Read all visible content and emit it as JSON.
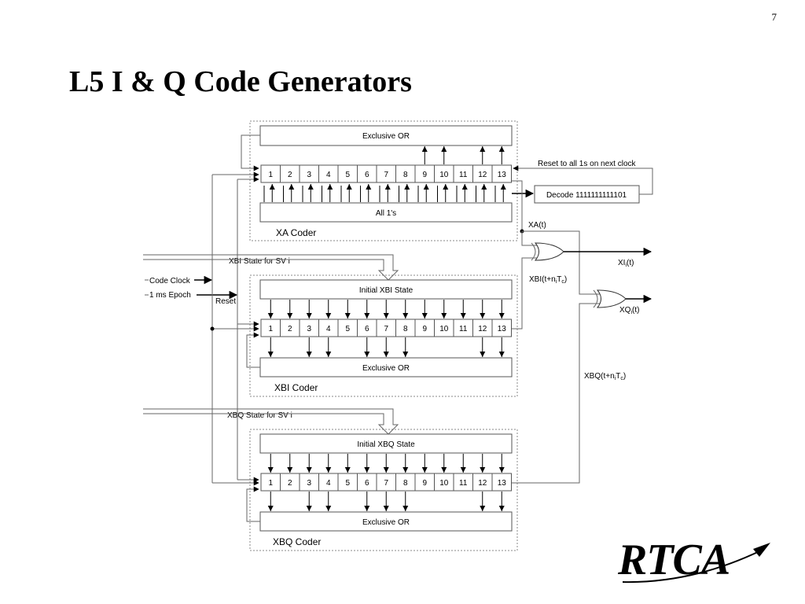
{
  "slide": {
    "number": "7",
    "title": "L5 I & Q Code Generators",
    "logo_text": "RTCA"
  },
  "diagram": {
    "cell_labels": [
      "1",
      "2",
      "3",
      "4",
      "5",
      "6",
      "7",
      "8",
      "9",
      "10",
      "11",
      "12",
      "13"
    ],
    "xa_coder": {
      "top_box": "Exclusive OR",
      "bottom_box": "All 1's",
      "name": "XA Coder",
      "taps": [
        9,
        10,
        12,
        13
      ],
      "reset_label": "Reset to all 1s on next clock",
      "decode_label": "Decode 1111111111101"
    },
    "xbi_coder": {
      "state_input_label": "XBI State for SV i",
      "top_box": "Initial XBI State",
      "bottom_box": "Exclusive OR",
      "name": "XBI Coder",
      "taps": [
        1,
        3,
        4,
        6,
        7,
        8,
        12,
        13
      ]
    },
    "xbq_coder": {
      "state_input_label": "XBQ State for SV i",
      "top_box": "Initial XBQ State",
      "bottom_box": "Exclusive OR",
      "name": "XBQ Coder",
      "taps": [
        1,
        3,
        4,
        6,
        7,
        8,
        12,
        13
      ]
    },
    "inputs": {
      "code_clock": "Code Clock",
      "epoch": "1 ms Epoch",
      "reset": "Reset"
    },
    "signals": {
      "xa": {
        "base": "XA",
        "rest": "(t)"
      },
      "xbi": {
        "base": "XBI(t+n",
        "sub1": "i",
        "mid": "T",
        "sub2": "c",
        "tail": ")"
      },
      "xbq": {
        "base": "XBQ(t+n",
        "sub1": "i",
        "mid": "T",
        "sub2": "c",
        "tail": ")"
      },
      "xi": {
        "base": "XI",
        "sub": "i",
        "rest": "(t)"
      },
      "xq": {
        "base": "XQ",
        "sub": "i",
        "rest": "(t)"
      }
    }
  }
}
